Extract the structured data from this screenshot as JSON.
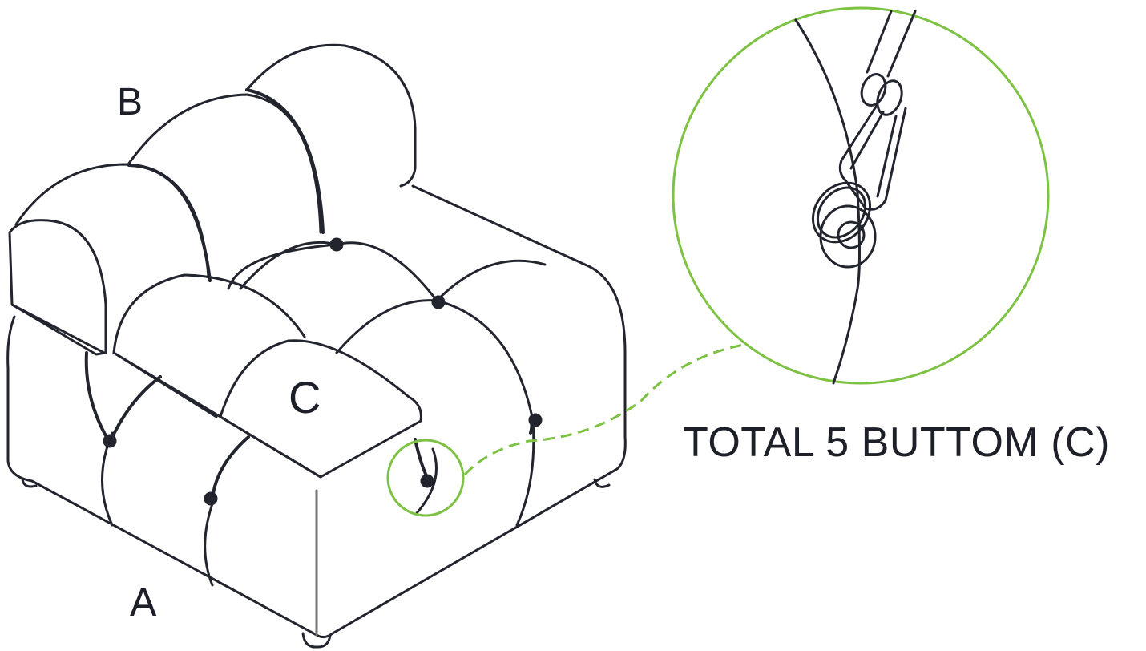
{
  "labels": {
    "a": "A",
    "b": "B",
    "c": "C"
  },
  "caption": "TOTAL 5 BUTTOM (C)",
  "colors": {
    "line": "#22252e",
    "accent_green": "#7dc242",
    "background": "#ffffff"
  },
  "icons": [
    "sofa-module-drawing",
    "carabiner-clip-detail",
    "zoom-circle",
    "leader-line"
  ]
}
